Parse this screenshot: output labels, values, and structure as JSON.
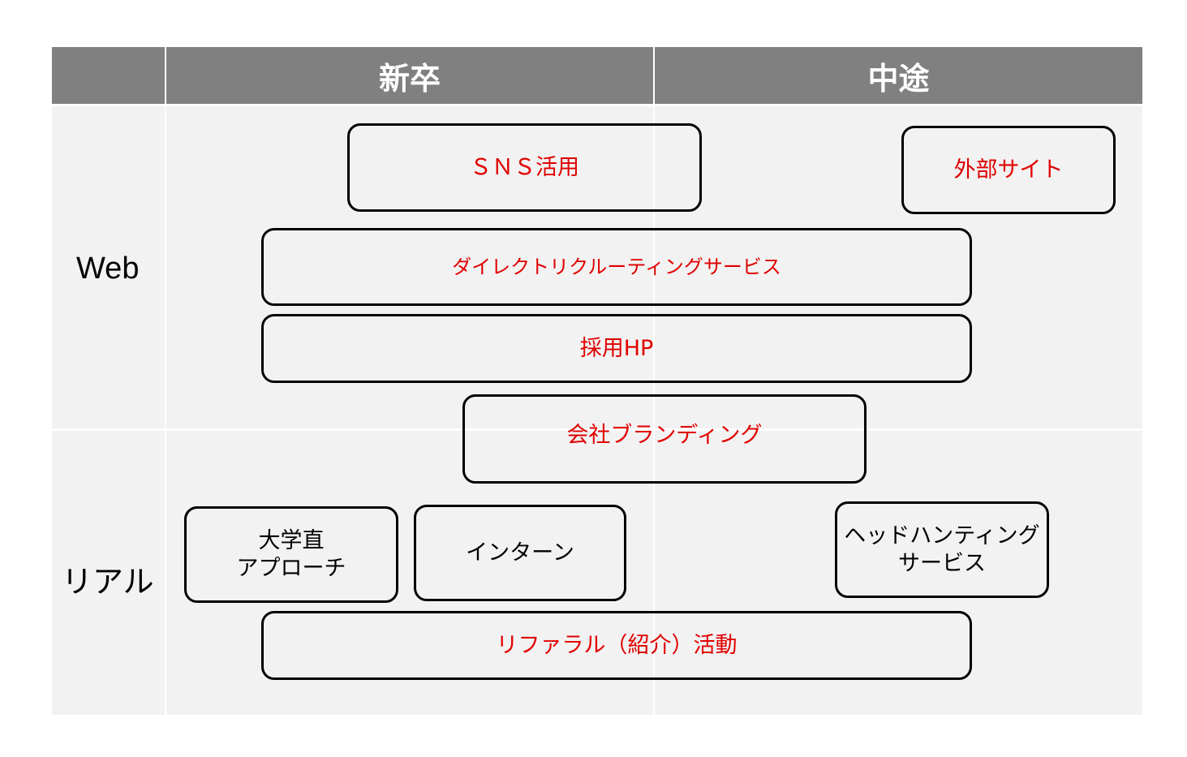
{
  "header": {
    "corner": "",
    "col_new_grad": "新卒",
    "col_mid_career": "中途"
  },
  "rows": {
    "web": "Web",
    "real": "リアル"
  },
  "boxes": {
    "sns": "ＳＮＳ活用",
    "external_site": "外部サイト",
    "direct_recruiting": "ダイレクトリクルーティングサービス",
    "recruit_hp": "採用HP",
    "company_branding": "会社ブランディング",
    "university_line1": "大学直",
    "university_line2": "アプローチ",
    "internship": "インターン",
    "headhunting_line1": "ヘッドハンティング",
    "headhunting_line2": "サービス",
    "referral": "リファラル（紹介）活動"
  },
  "colors": {
    "header_bg": "#808080",
    "cell_bg": "#f2f2f2",
    "accent_red": "#e00000"
  }
}
